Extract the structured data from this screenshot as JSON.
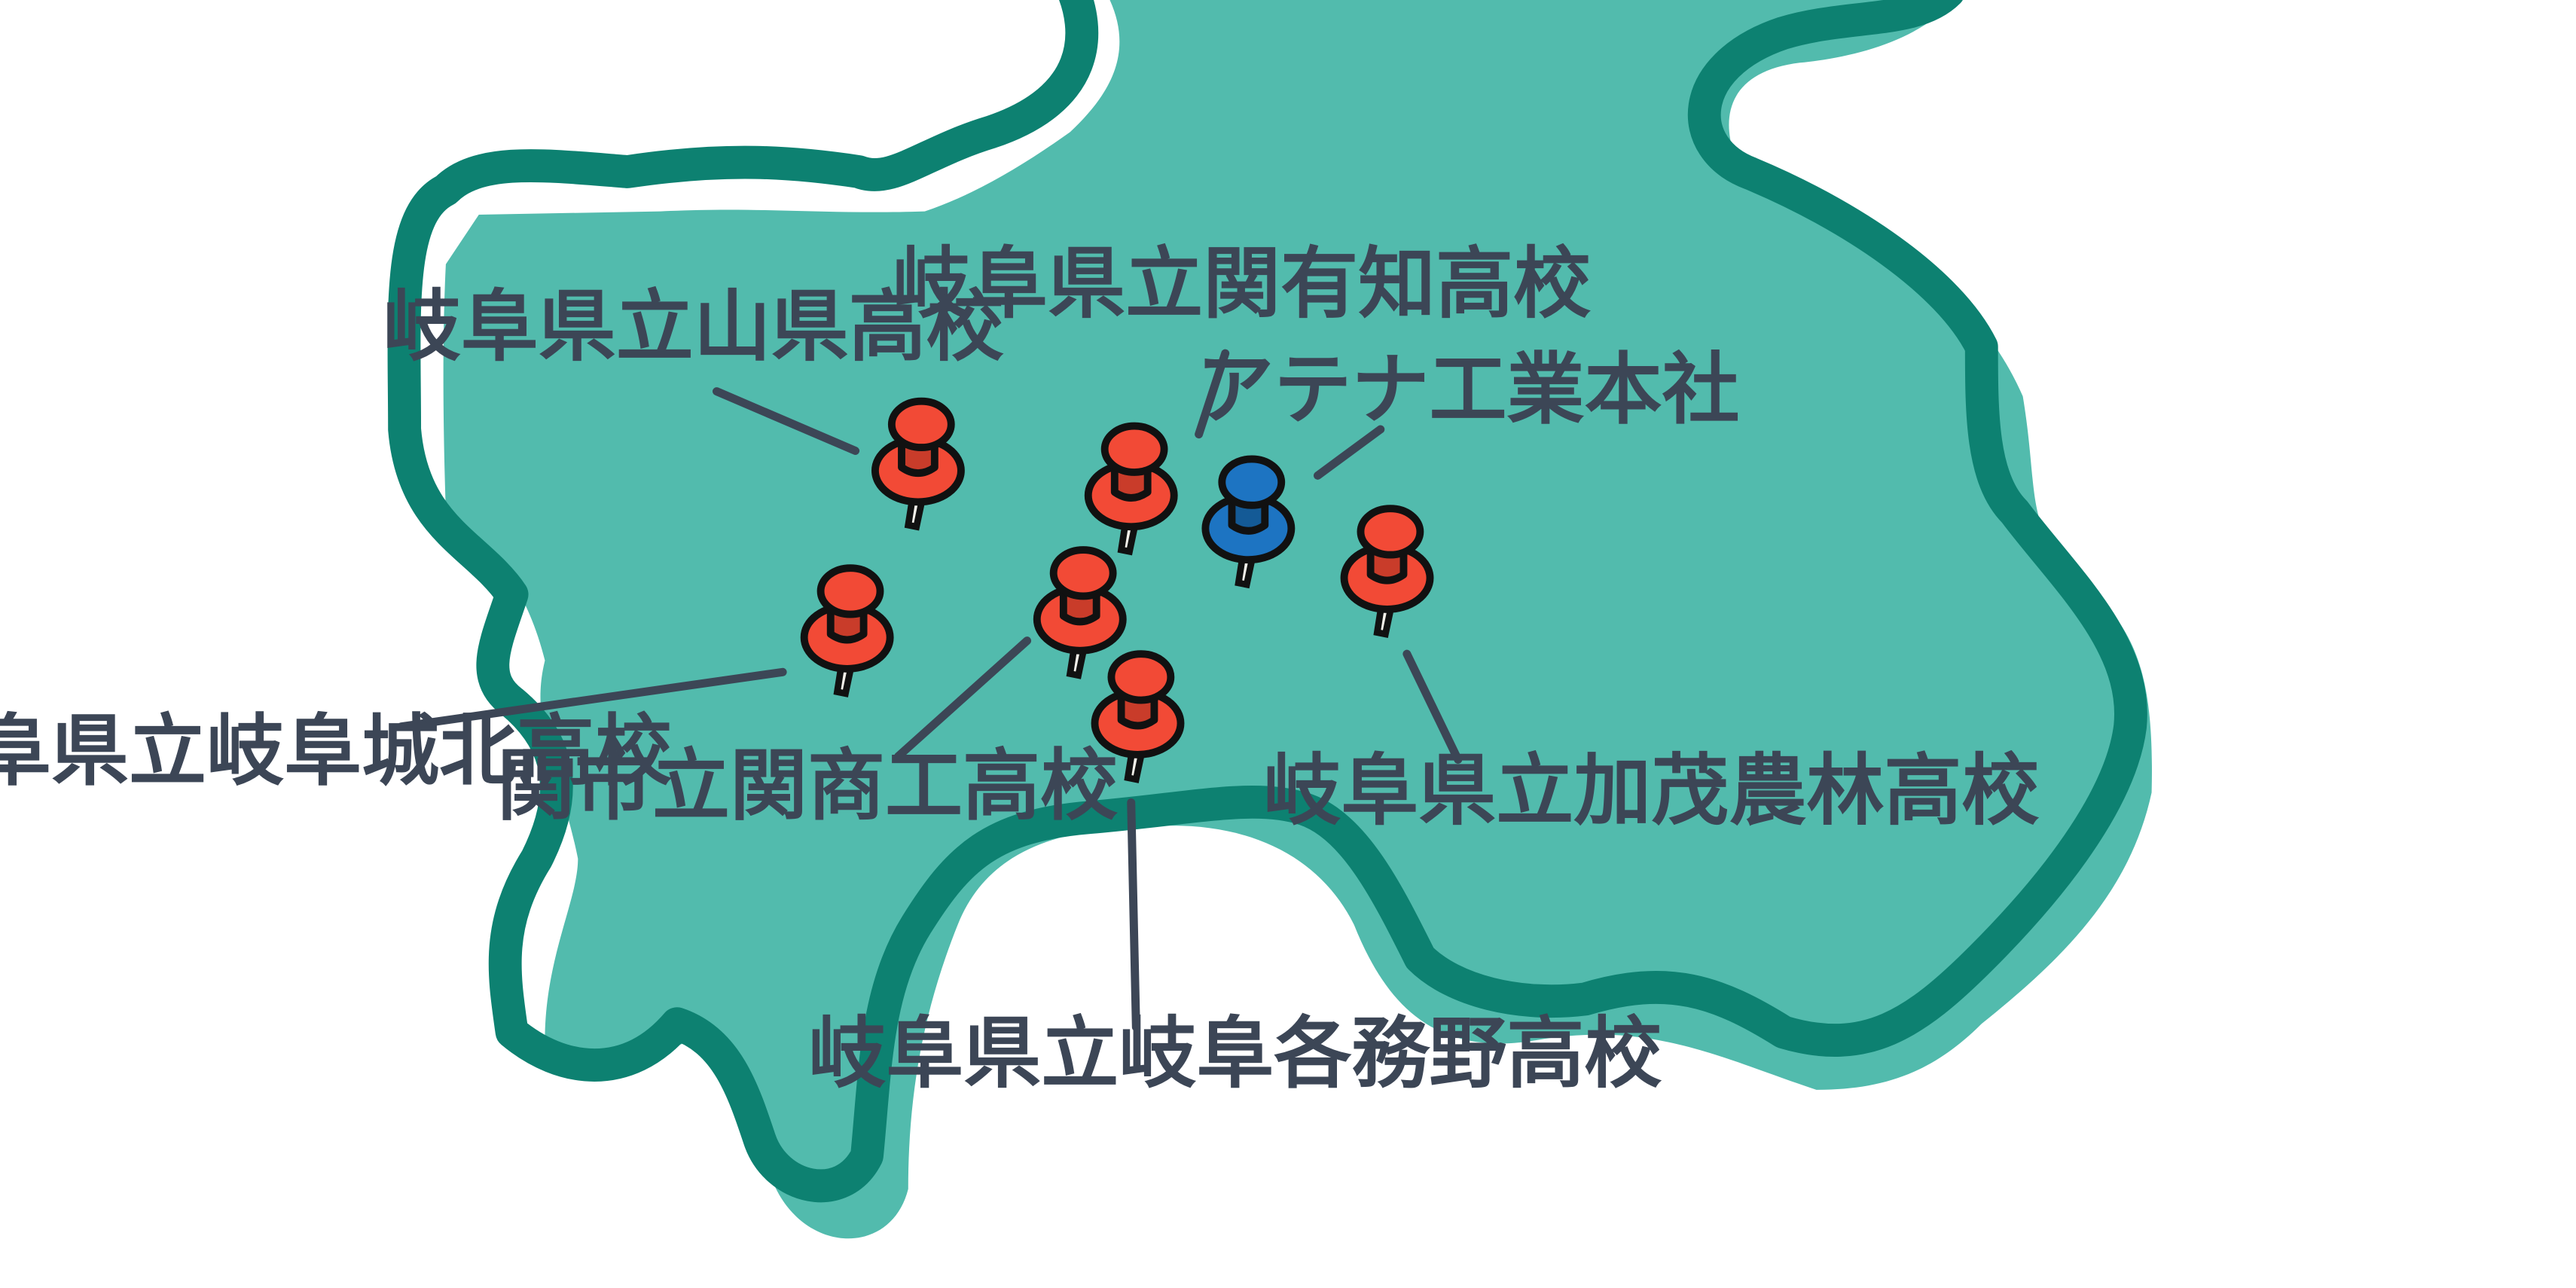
{
  "map": {
    "colors": {
      "land": "#52bbad",
      "border": "#0d8171",
      "label_text": "#3c4656",
      "school_pin": "#f24a36",
      "school_pin_shade": "#c93c2a",
      "headquarters_pin": "#1d74c2",
      "headquarters_pin_shade": "#145a96"
    },
    "markers": [
      {
        "id": "yamagata",
        "kind": "school",
        "label": "岐阜県立山県高校",
        "pin_icon": "pushpin-icon"
      },
      {
        "id": "sekiyuchi",
        "kind": "school",
        "label": "岐阜県立関有知高校",
        "pin_icon": "pushpin-icon"
      },
      {
        "id": "athena",
        "kind": "headquarters",
        "label": "アテナ工業本社",
        "pin_icon": "pushpin-icon"
      },
      {
        "id": "johoku",
        "kind": "school",
        "label": "岐阜県立岐阜城北高校",
        "pin_icon": "pushpin-icon"
      },
      {
        "id": "shoko",
        "kind": "school",
        "label": "関市立関商工高校",
        "pin_icon": "pushpin-icon"
      },
      {
        "id": "kamo",
        "kind": "school",
        "label": "岐阜県立加茂農林高校",
        "pin_icon": "pushpin-icon"
      },
      {
        "id": "kakamigahara",
        "kind": "school",
        "label": "岐阜県立岐阜各務野高校",
        "pin_icon": "pushpin-icon"
      }
    ]
  }
}
